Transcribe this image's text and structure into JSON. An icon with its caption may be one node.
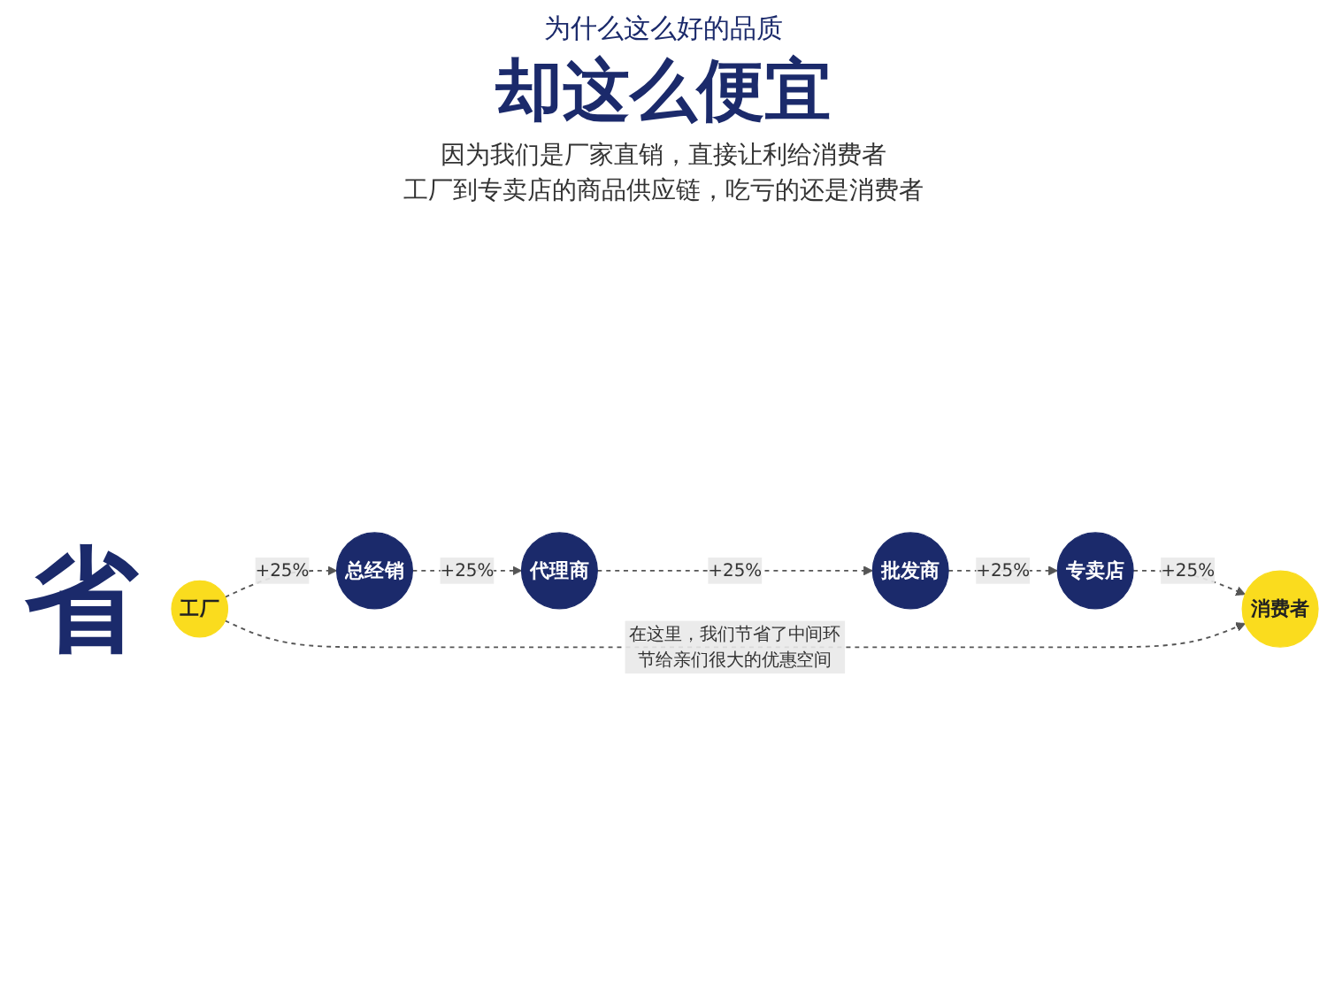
{
  "diagram": {
    "title": "却这么便宜",
    "nodes": [
      {
        "text": [
          "工厂"
        ]
      },
      {
        "text": [
          "总经销"
        ]
      },
      {
        "text": [
          "代理商"
        ]
      },
      {
        "text": [
          "批发商"
        ]
      },
      {
        "text": [
          "专卖店"
        ]
      },
      {
        "text": [
          "消费者"
        ]
      }
    ],
    "edges": [
      {
        "from": 0,
        "to": 1,
        "arrow": "to",
        "label": "+25%",
        "style": "dashed"
      },
      {
        "from": 1,
        "to": 2,
        "arrow": "to",
        "label": "+25%",
        "style": "dashed"
      },
      {
        "from": 2,
        "to": 3,
        "arrow": "to",
        "label": "+25%",
        "style": "dashed"
      },
      {
        "from": 3,
        "to": 4,
        "arrow": "to",
        "label": "+25%",
        "style": "dashed"
      },
      {
        "from": 4,
        "to": 5,
        "arrow": "to",
        "label": "+25%",
        "style": "dashed"
      },
      {
        "from": 0,
        "to": 5,
        "arrow": "to",
        "label": "在这里，我们节省了中间环节给亲们很大的优惠空间",
        "style": "dashed"
      }
    ],
    "labels": [
      "为什么这么好的品质",
      "因为我们是厂家直销，直接让利给消费者",
      "工厂到专卖店的商品供应链，吃亏的还是消费者",
      "省"
    ]
  }
}
